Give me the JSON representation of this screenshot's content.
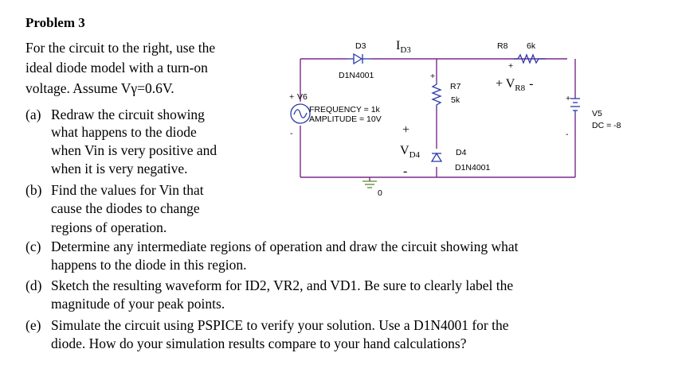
{
  "problem": {
    "title": "Problem 3",
    "intro": [
      "For the circuit to the right, use the",
      "ideal diode model with a turn-on",
      "voltage. Assume Vγ=0.6V."
    ],
    "questions": [
      {
        "label": "(a)",
        "lines": [
          "Redraw the circuit showing",
          "what happens to the diode",
          "when Vin is very positive and",
          "when it is very negative."
        ]
      },
      {
        "label": "(b)",
        "lines": [
          "Find the values for Vin that",
          "cause the diodes to change",
          "regions of operation."
        ]
      },
      {
        "label": "(c)",
        "lines": [
          "Determine any intermediate regions of operation and draw the circuit showing what",
          "happens to the diode in this region."
        ]
      },
      {
        "label": "(d)",
        "lines": [
          "Sketch the resulting waveform for ID2, VR2, and VD1. Be sure to clearly label the",
          "magnitude of your peak points."
        ]
      },
      {
        "label": "(e)",
        "lines": [
          "Simulate the circuit using PSPICE to verify your solution. Use a D1N4001 for the",
          "diode. How do your simulation results compare to your hand calculations?"
        ]
      }
    ]
  },
  "schematic": {
    "d3_ref": "D3",
    "d3_model": "D1N4001",
    "id3_label": "I",
    "id3_sub": "D3",
    "r8_ref": "R8",
    "r8_value": "6k",
    "vr8_label": "+ V",
    "vr8_sub": "R8",
    "vr8_minus": "-",
    "v6_ref": "V6",
    "v6_freq": "FREQUENCY = 1k",
    "v6_amp": "AMPLITUDE = 10V",
    "r7_ref": "R7",
    "r7_value": "5k",
    "vd4_plus": "+",
    "vd4_label": "V",
    "vd4_sub": "D4",
    "vd4_minus": "-",
    "d4_ref": "D4",
    "d4_model": "D1N4001",
    "v5_ref": "V5",
    "v5_value": "DC = -8",
    "ground_label": "0",
    "plus": "+",
    "minus": "-"
  }
}
